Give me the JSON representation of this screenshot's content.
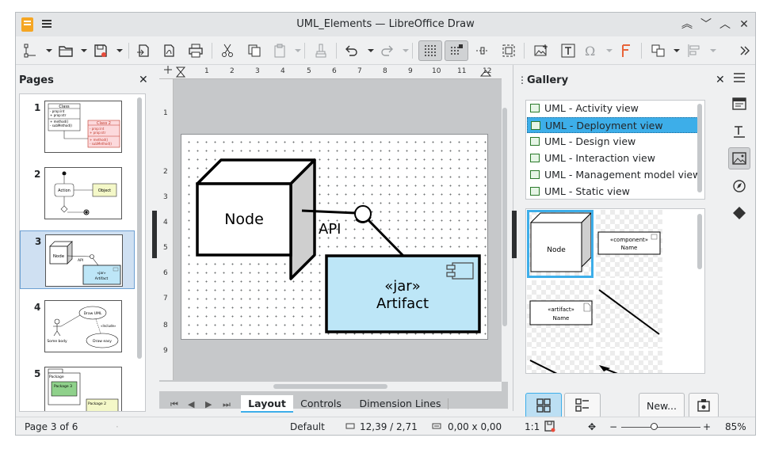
{
  "window": {
    "title": "UML_Elements — LibreOffice Draw"
  },
  "pages_panel": {
    "title": "Pages",
    "pages": [
      {
        "number": "1",
        "thumb": {
          "class_name": "Class",
          "attrs": [
            "- prop:int",
            "+ prop:str"
          ],
          "ops": [
            "+ method()",
            "- subMethod()"
          ],
          "class2_name": "Class 2",
          "attrs2": [
            "- prop:int",
            "+ prop:str"
          ],
          "ops2": [
            "+ method()",
            "- subMethod()"
          ]
        }
      },
      {
        "number": "2",
        "thumb": {
          "action": "Action",
          "object": "Object"
        }
      },
      {
        "number": "3",
        "thumb": {
          "node": "Node",
          "api": "API",
          "jar": "«jar»",
          "artifact": "Artifact"
        }
      },
      {
        "number": "4",
        "thumb": {
          "draw_uml": "Draw UML",
          "include": "«Include»",
          "draw_easy": "Draw easy",
          "actor": "Some body"
        }
      },
      {
        "number": "5",
        "thumb": {
          "package": "Package",
          "package2": "Package 2",
          "package3": "Package 3"
        }
      }
    ]
  },
  "ruler": {
    "h_ticks": [
      "1",
      "2",
      "3",
      "4",
      "5",
      "6",
      "7",
      "8",
      "9",
      "10",
      "11",
      "12"
    ],
    "v_ticks": [
      "1",
      "2",
      "3",
      "4",
      "5",
      "6",
      "7",
      "8",
      "9"
    ]
  },
  "slide": {
    "node_label": "Node",
    "api_label": "API",
    "artifact_stereotype": "«jar»",
    "artifact_label": "Artifact",
    "artifact_fill": "#bde6f7"
  },
  "tabs": {
    "items": [
      "Layout",
      "Controls",
      "Dimension Lines"
    ],
    "active": "Layout"
  },
  "gallery": {
    "title": "Gallery",
    "themes": [
      "UML - Activity view",
      "UML - Deployment view",
      "UML - Design view",
      "UML - Interaction view",
      "UML - Management model view",
      "UML - Static view"
    ],
    "selected_theme": "UML - Deployment view",
    "items": {
      "node": "Node",
      "component_stereo": "«component»",
      "component_name": "Name",
      "artifact_stereo": "«artifact»",
      "artifact_name": "Name"
    },
    "new_button": "New..."
  },
  "status": {
    "page": "Page 3 of 6",
    "layout": "Default",
    "position": "12,39 / 2,71",
    "size": "0,00 x 0,00",
    "scale": "1:1",
    "zoom": "85%",
    "zoom_minus": "−",
    "zoom_plus": "+"
  },
  "colors": {
    "accent": "#3daee9",
    "selection": "#cfe0f2",
    "artifact": "#bde6f7"
  }
}
